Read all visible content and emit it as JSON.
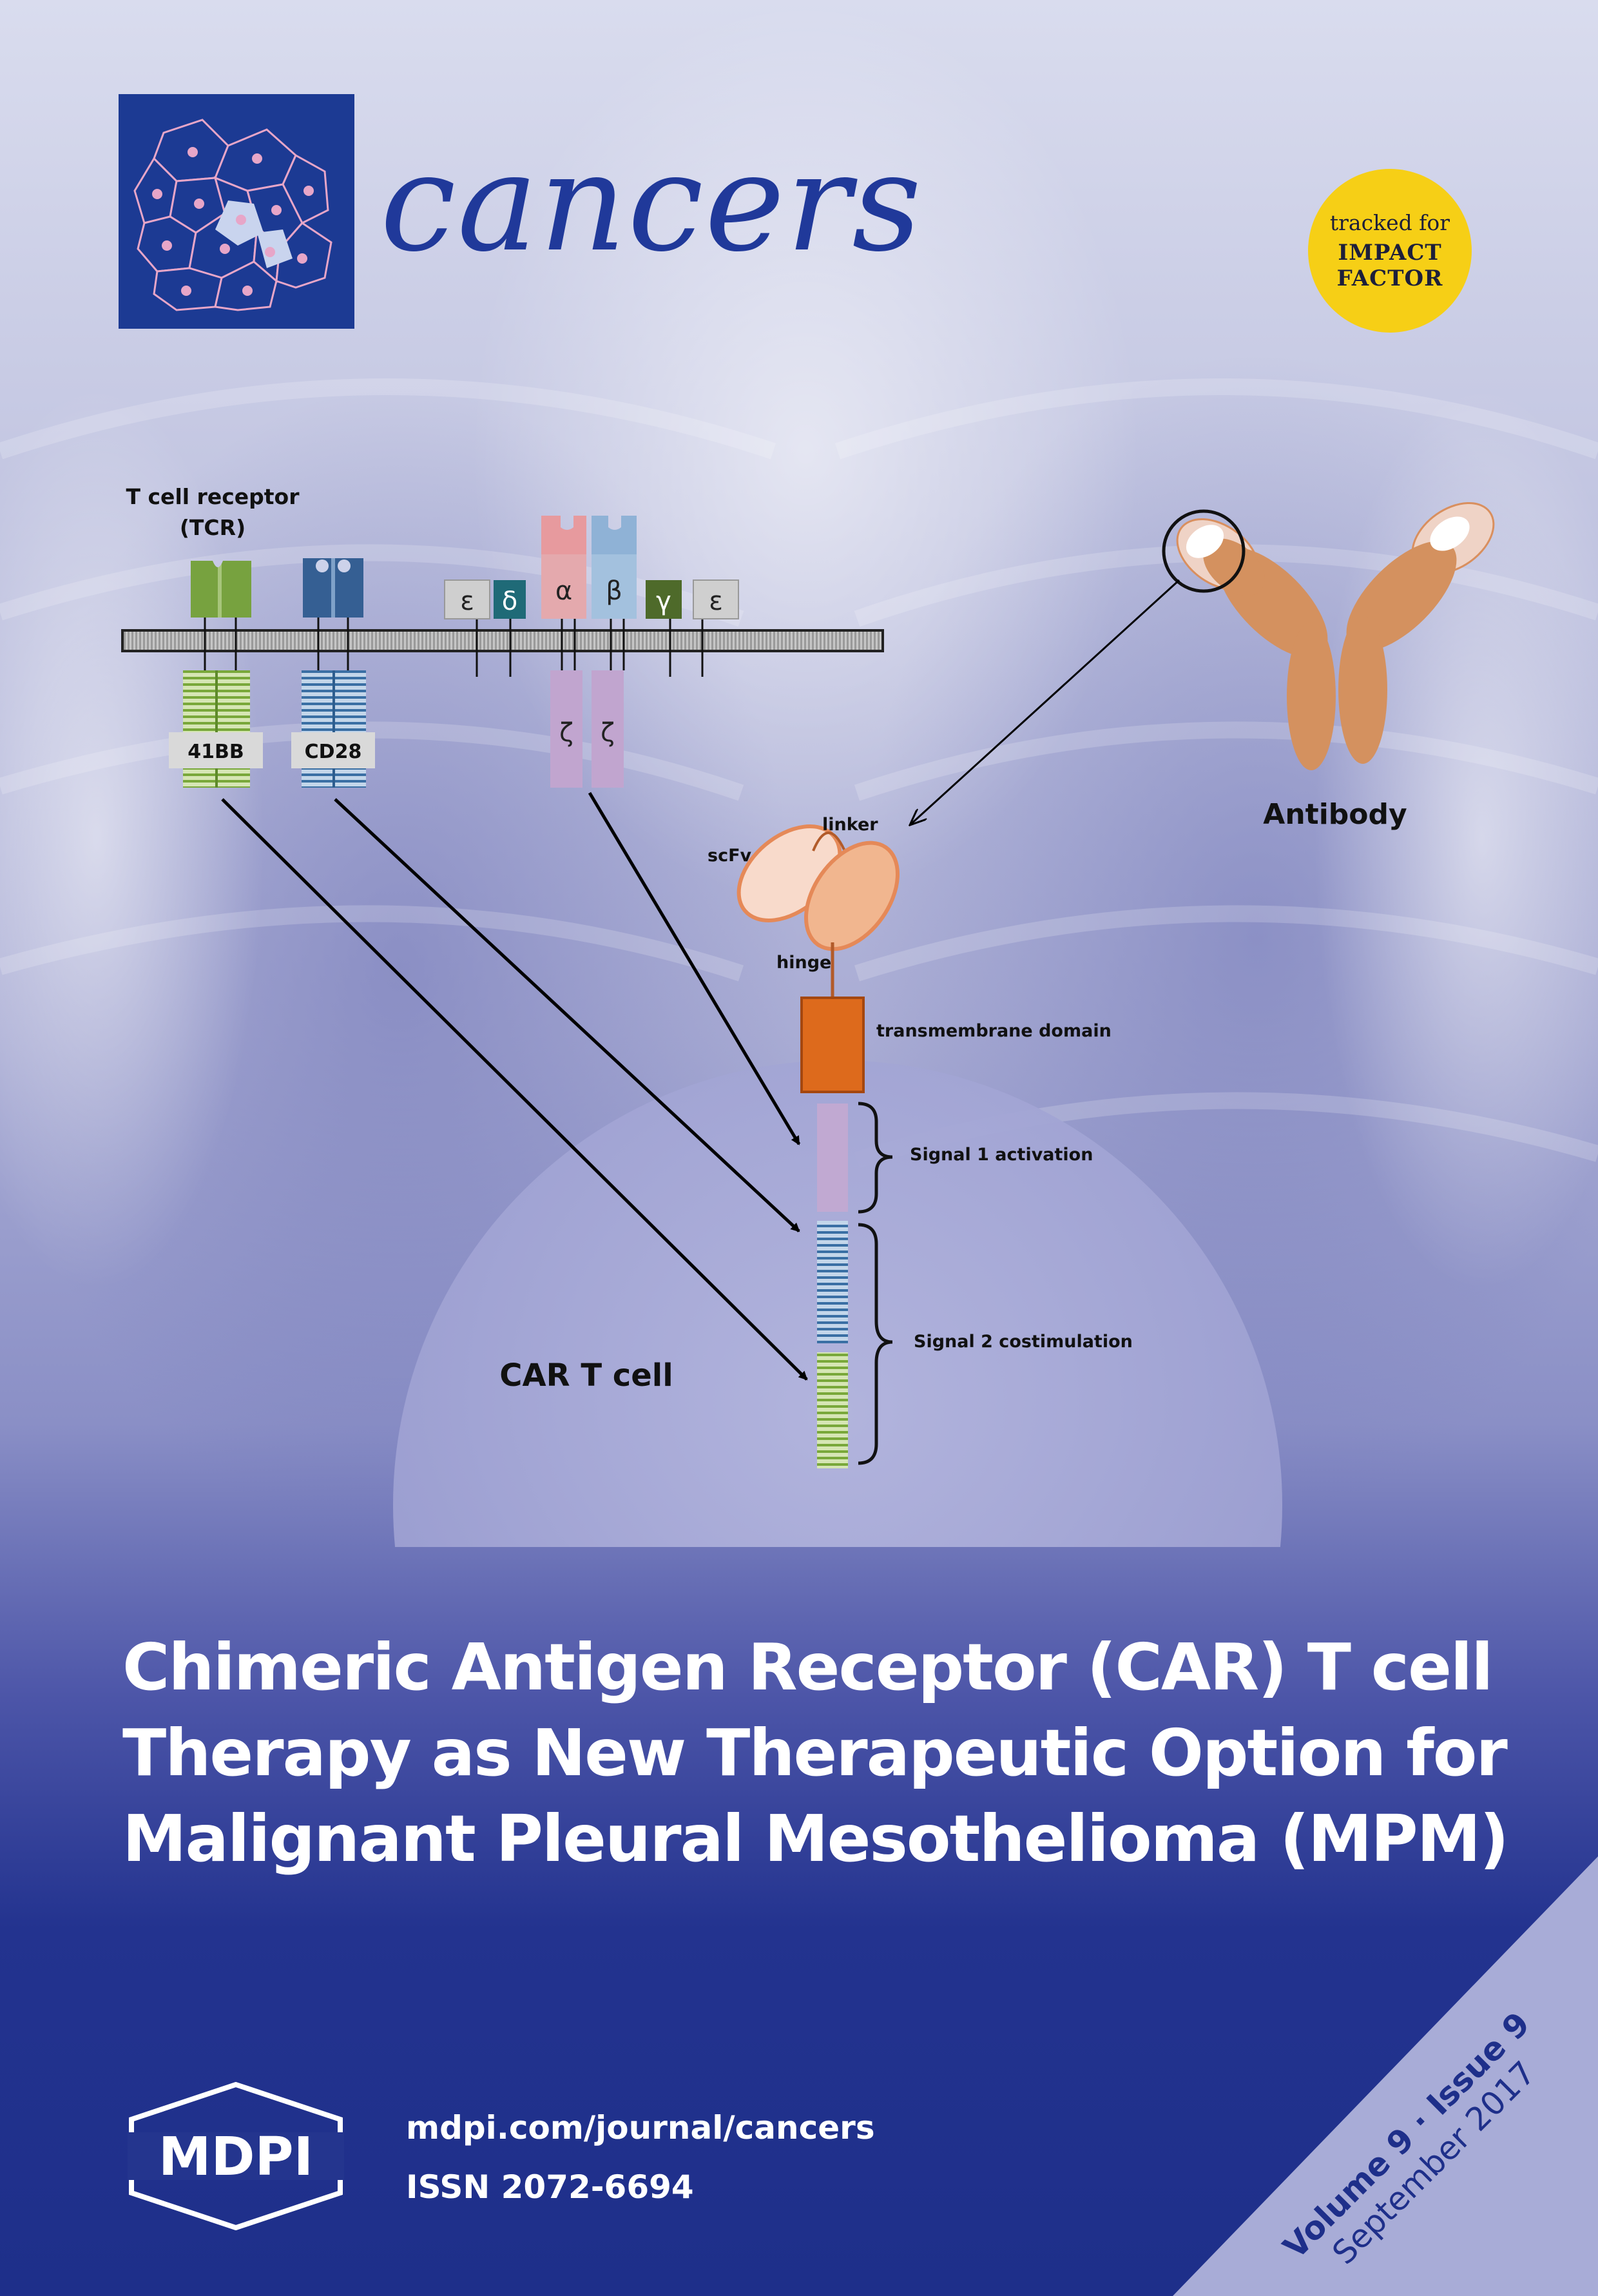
{
  "journal": {
    "name": "cancers",
    "impact_badge": {
      "line1": "tracked for",
      "line2": "IMPACT",
      "line3": "FACTOR",
      "color": "#f6cf16"
    },
    "brand_color": "#1c3a93"
  },
  "diagram": {
    "tcr_label_line1": "T cell receptor",
    "tcr_label_line2": "(TCR)",
    "cd3_chains": [
      "ε",
      "δ",
      "α",
      "β",
      "γ",
      "ε"
    ],
    "box_41bb": "41BB",
    "box_cd28": "CD28",
    "zeta": [
      "ζ",
      "ζ"
    ],
    "antibody_label": "Antibody",
    "scfv_label": "scFv",
    "linker_label": "linker",
    "hinge_label": "hinge",
    "transmembrane_label": "transmembrane domain",
    "signal1_label": "Signal 1 activation",
    "signal2_label": "Signal 2 costimulation",
    "car_t_label": "CAR T cell"
  },
  "title": {
    "line1": "Chimeric Antigen Receptor (CAR) T cell",
    "line2": "Therapy as New Therapeutic Option for",
    "line3": "Malignant Pleural Mesothelioma (MPM)"
  },
  "footer": {
    "publisher_logo": "MDPI",
    "url": "mdpi.com/journal/cancers",
    "issn": "ISSN 2072-6694",
    "volume_issue": "Volume 9 · Issue 9",
    "date": "September 2017"
  }
}
